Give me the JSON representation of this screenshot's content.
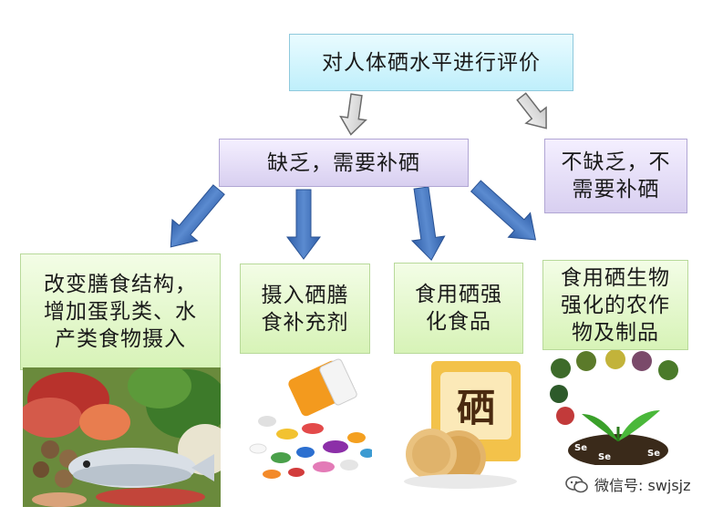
{
  "diagram": {
    "root": "对人体硒水平进行评价",
    "branches": {
      "need": "缺乏，需要补硒",
      "no_need": [
        "不缺乏，不",
        "需要补硒"
      ]
    },
    "options": [
      {
        "lines": [
          "改变膳食结构，",
          "增加蛋乳类、水",
          "产类食物摄入"
        ]
      },
      {
        "lines": [
          "摄入硒膳",
          "食补充剂"
        ]
      },
      {
        "lines": [
          "食用硒强",
          "化食品"
        ]
      },
      {
        "lines": [
          "食用硒生物",
          "强化的农作",
          "物及制品"
        ]
      }
    ],
    "images": {
      "package_char": "硒",
      "se_labels": [
        "Se",
        "Se",
        "Se"
      ]
    }
  },
  "watermark": "微信号: swjsjz",
  "colors": {
    "root_fill": "#bfeffb",
    "purple_fill": "#d8cff0",
    "green_fill": "#d7f3b7",
    "arrow_blue": "#3f6fb5",
    "arrow_gray": "#d9d9d9"
  }
}
